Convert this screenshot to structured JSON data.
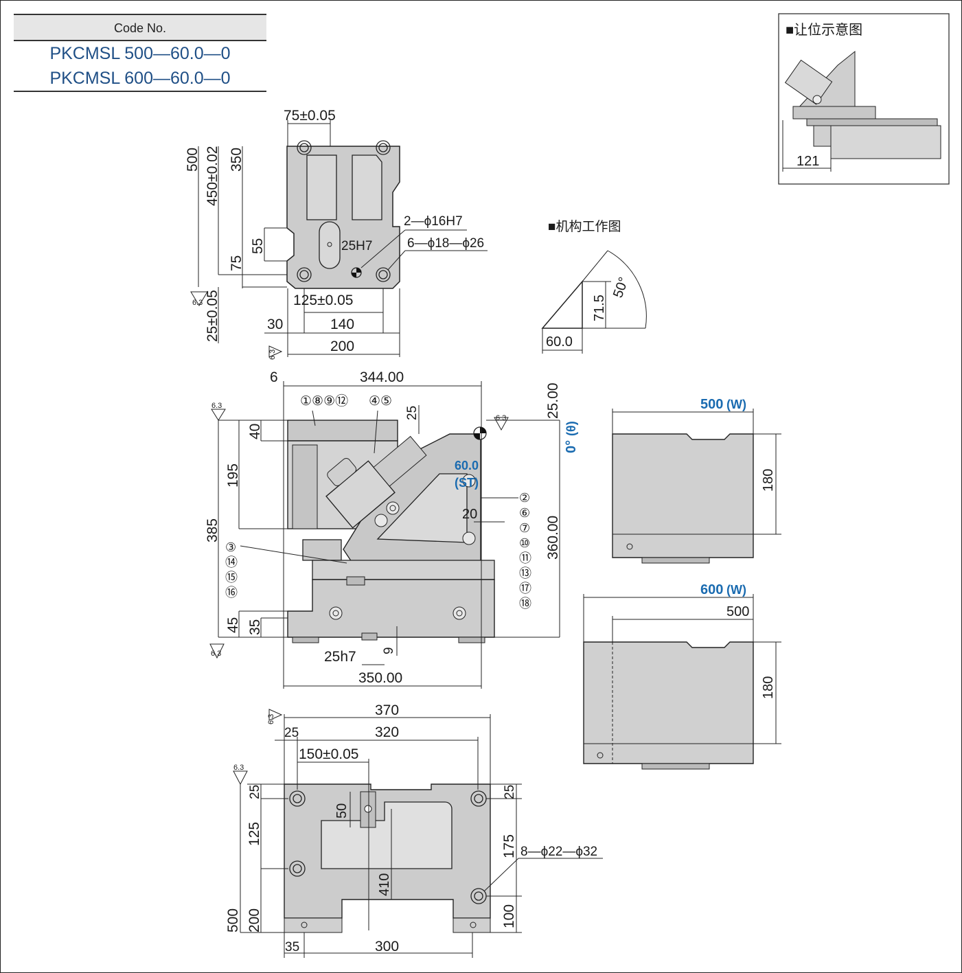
{
  "code_table": {
    "header": "Code No.",
    "rows": [
      "PKCMSL 500—60.0—0",
      "PKCMSL 600—60.0—0"
    ]
  },
  "legend": {
    "clearance_title": "■让位示意图",
    "clearance_dim": "121",
    "mechanism_title": "■机构工作图",
    "mech_dims": {
      "angle": "50°",
      "height": "71.5",
      "width": "60.0"
    }
  },
  "top_view": {
    "d75": "75±0.05",
    "d500": "500",
    "d450": "450±0.02",
    "d350": "350",
    "d55": "55",
    "d75b": "75",
    "d25h7": "25H7",
    "hole1": "2—ϕ16H7",
    "hole2": "6—ϕ18—ϕ26",
    "d125": "125±0.05",
    "d25": "25±0.05",
    "d30": "30",
    "d140": "140",
    "d200": "200",
    "rough": "6.3"
  },
  "front_view": {
    "d6": "6",
    "d344": "344.00",
    "d25": "25.00",
    "d25b": "25",
    "d40": "40",
    "d195": "195",
    "d385": "385",
    "d45": "45",
    "d35": "35",
    "d360": "360.00",
    "d20": "20",
    "d25h7": "25h7",
    "d9": "9",
    "d350": "350.00",
    "angle0": "0°",
    "theta": "(θ)",
    "st1": "60.0",
    "st2": "(ST)",
    "callout_top": "①⑧⑨⑫",
    "callout_45": "④⑤",
    "callout_right": [
      "②",
      "⑥",
      "⑦",
      "⑩",
      "⑪",
      "⑬",
      "⑰",
      "⑱"
    ],
    "callout_left": [
      "③",
      "⑭",
      "⑮",
      "⑯"
    ],
    "rough": "6.3"
  },
  "side_views": {
    "w500": "500",
    "w600": "600",
    "w_unit": "(W)",
    "h180": "180",
    "d500": "500"
  },
  "bottom_view": {
    "d370": "370",
    "d25": "25",
    "d320": "320",
    "d150": "150±0.05",
    "d25l": "25",
    "d125": "125",
    "d50": "50",
    "d410": "410",
    "d500": "500",
    "d200": "200",
    "d25r": "25",
    "d175": "175",
    "d100": "100",
    "hole": "8—ϕ22—ϕ32",
    "d35": "35",
    "d300": "300",
    "rough": "6.3"
  }
}
